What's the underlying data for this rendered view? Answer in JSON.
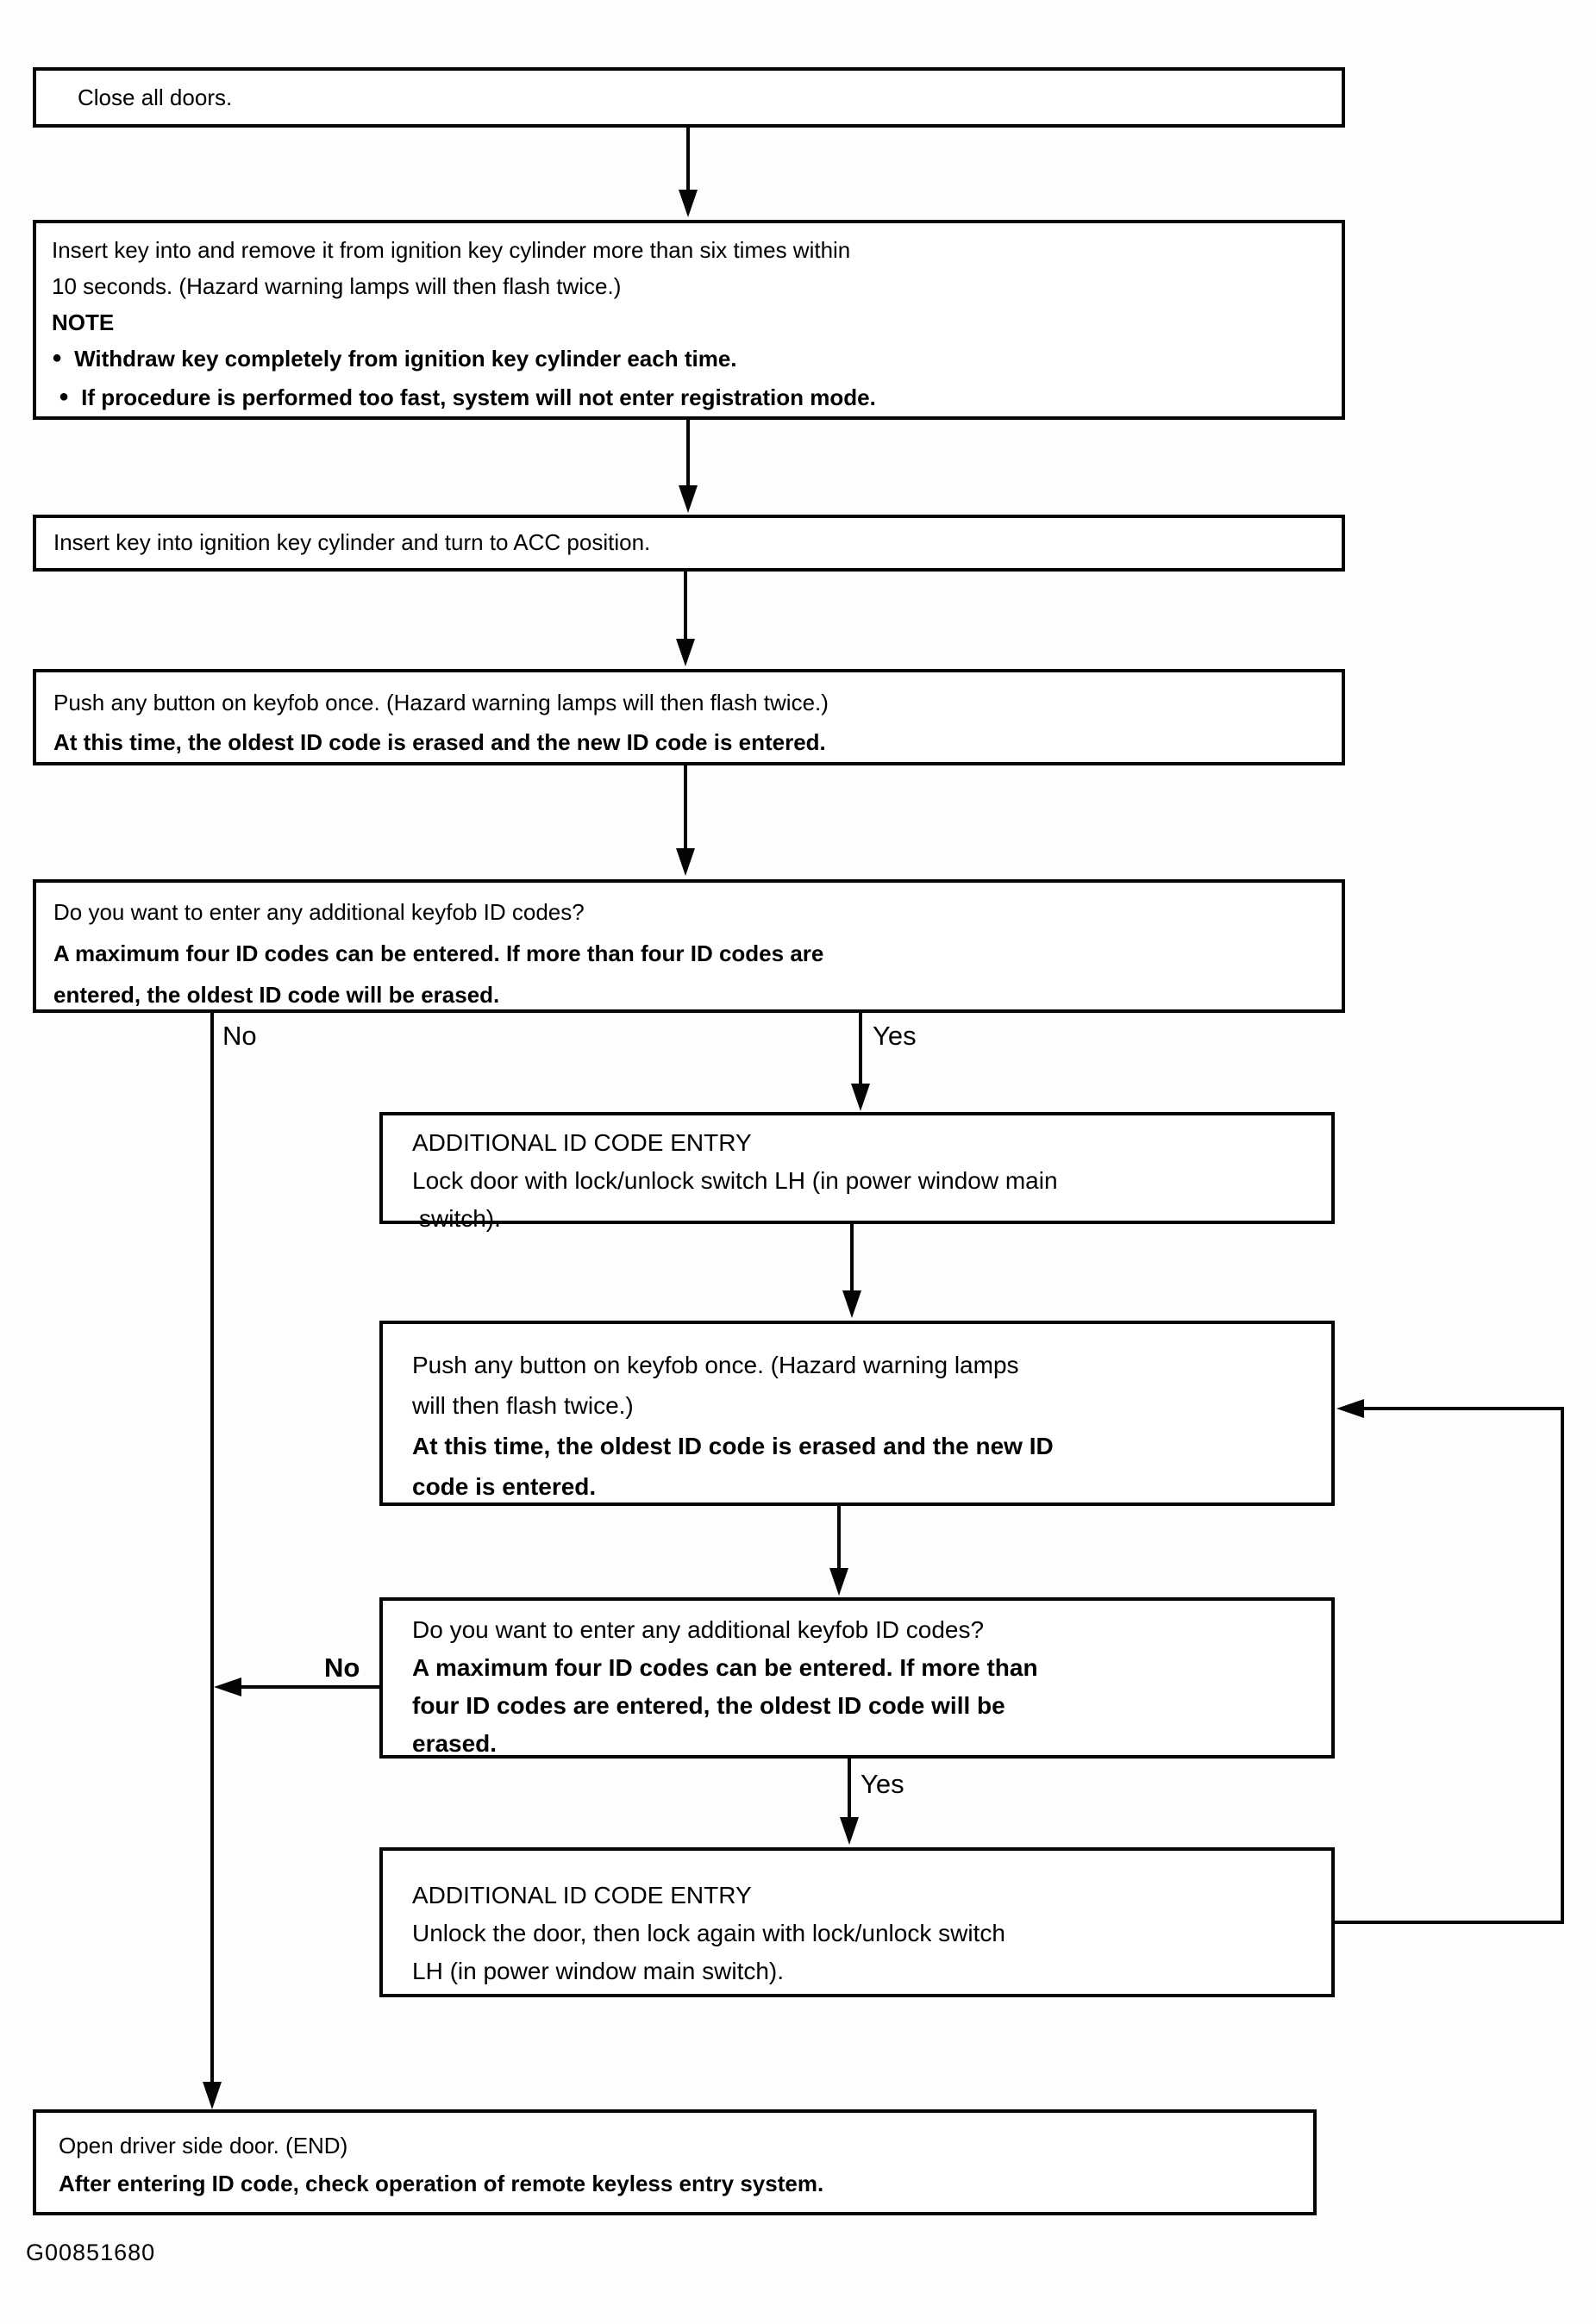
{
  "figure": {
    "code": "G00851680"
  },
  "glyphs": {
    "bullet": "●"
  },
  "branches": {
    "q1_no": "No",
    "q1_yes": "Yes",
    "q2_no": "No",
    "q2_yes": "Yes"
  },
  "boxes": {
    "close_doors": {
      "lines": [
        "Close all doors."
      ]
    },
    "enter_registration_mode": {
      "lines": [
        "Insert key into and remove it from ignition key cylinder more than six times within",
        "10 seconds. (Hazard warning lamps will then flash twice.)",
        "NOTE",
        "Withdraw key completely from ignition key cylinder each time.",
        "If procedure is performed too fast, system will not enter registration mode."
      ]
    },
    "key_to_acc": {
      "lines": [
        "Insert key into ignition key cylinder and turn to ACC position."
      ]
    },
    "push_keyfob_button": {
      "lines": [
        "Push any button on keyfob once. (Hazard warning lamps will then flash twice.)",
        "At this time, the oldest ID code is erased and the new ID code is entered."
      ]
    },
    "additional_codes_question_1": {
      "lines": [
        "Do you want to enter any additional keyfob ID codes?",
        "A maximum four ID codes can be entered. If more than four ID codes are",
        "entered, the oldest ID code will be erased."
      ]
    },
    "additional_entry_lock": {
      "lines": [
        "ADDITIONAL ID CODE ENTRY",
        "Lock door with lock/unlock switch LH (in power window main",
        "switch)."
      ]
    },
    "push_keyfob_button_2": {
      "lines": [
        "Push any button on keyfob once. (Hazard warning lamps",
        "will then flash twice.)",
        "At this time, the oldest ID code is erased and the new ID",
        "code is entered."
      ]
    },
    "additional_codes_question_2": {
      "lines": [
        "Do you want to enter any additional keyfob ID codes?",
        "A maximum four ID codes can be entered. If more than",
        "four ID codes are entered, the oldest ID code will be",
        "erased."
      ]
    },
    "additional_entry_unlock": {
      "lines": [
        "ADDITIONAL ID CODE ENTRY",
        "Unlock the door, then lock again with lock/unlock switch",
        "LH (in power window main switch)."
      ]
    },
    "open_door_end": {
      "lines": [
        "Open driver side door. (END)",
        "After entering ID code, check operation of remote keyless entry system."
      ]
    }
  }
}
